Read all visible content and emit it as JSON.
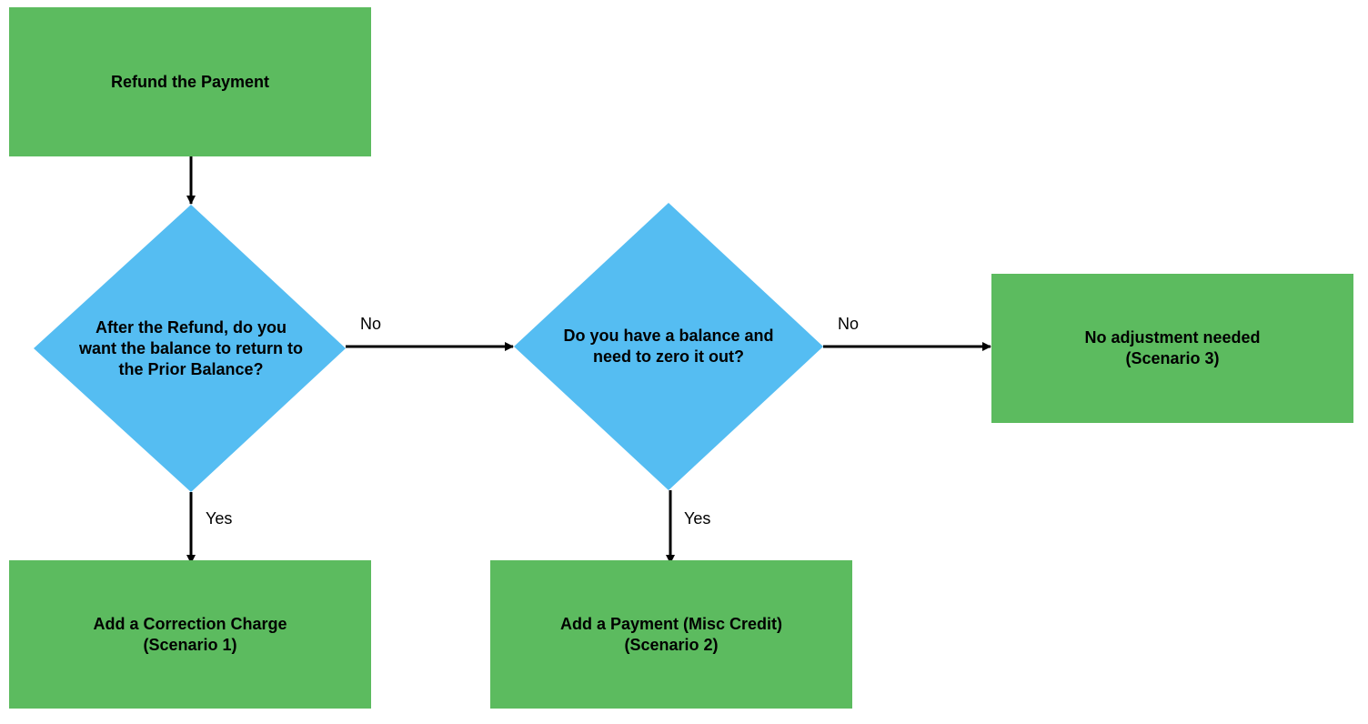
{
  "colors": {
    "process_fill": "#5cbb5f",
    "decision_fill": "#55bdf2",
    "line": "#000000",
    "background": "#ffffff"
  },
  "nodes": {
    "refund": {
      "line1": "Refund the Payment"
    },
    "decision1": {
      "line1": "After the Refund, do you",
      "line2": "want the balance to return to",
      "line3": "the Prior Balance?"
    },
    "decision2": {
      "line1": "Do you have a balance and",
      "line2": "need to zero it out?"
    },
    "scenario1": {
      "line1": "Add a Correction Charge",
      "line2": "(Scenario 1)"
    },
    "scenario2": {
      "line1": "Add a Payment (Misc Credit)",
      "line2": "(Scenario 2)"
    },
    "scenario3": {
      "line1": "No adjustment needed",
      "line2": "(Scenario 3)"
    }
  },
  "edges": {
    "d1_no": "No",
    "d1_yes": "Yes",
    "d2_no": "No",
    "d2_yes": "Yes"
  }
}
